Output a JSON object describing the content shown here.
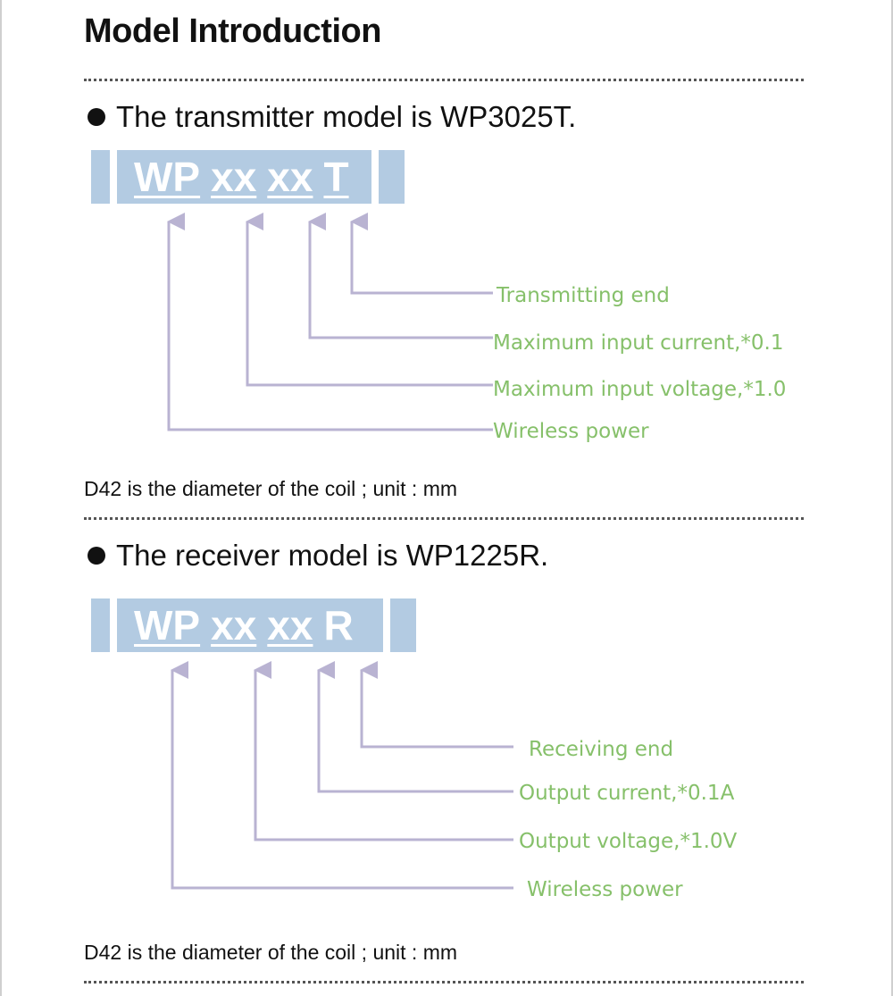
{
  "page_title": "Model Introduction",
  "transmitter": {
    "heading": "The transmitter model is WP3025T.",
    "code": [
      "WP",
      "xx",
      "xx",
      "T"
    ],
    "labels": [
      "Transmitting end",
      "Maximum input current,*0.1",
      "Maximum input voltage,*1.0",
      "Wireless power"
    ],
    "note": "D42 is the diameter of the coil ; unit : mm"
  },
  "receiver": {
    "heading": "The receiver model is WP1225R.",
    "code": [
      "WP",
      "xx",
      "xx",
      "R"
    ],
    "labels": [
      "Receiving end",
      "Output current,*0.1A",
      "Output voltage,*1.0V",
      "Wireless power"
    ],
    "note": "D42 is the diameter of the coil ; unit : mm"
  },
  "colors": {
    "bar": "#b3cbe2",
    "arrow": "#b9b3d2",
    "label": "#86c06a"
  }
}
